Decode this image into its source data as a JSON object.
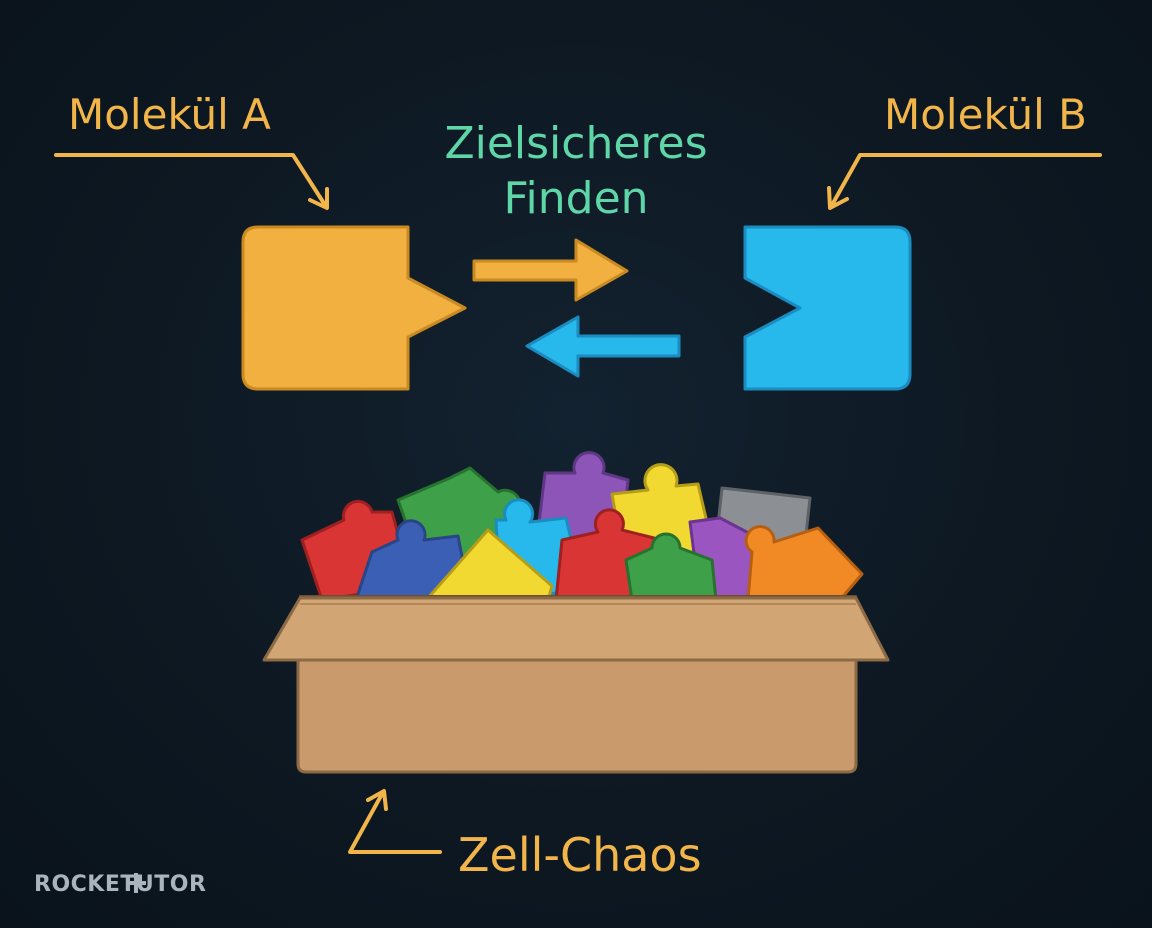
{
  "labels": {
    "molecule_a": "Molekül A",
    "molecule_b": "Molekül B",
    "center_line1": "Zielsicheres",
    "center_line2": "Finden",
    "chaos": "Zell-Chaos"
  },
  "brand": {
    "text": "ROCKETUTOR"
  },
  "colors": {
    "background": "#0d1721",
    "label_orange": "#f2b54a",
    "label_green": "#5fd6a8",
    "molecule_a": "#f1b040",
    "molecule_b": "#27b8ec",
    "box": "#c89a6c"
  },
  "icons": [
    "molecule-a-puzzle-icon",
    "molecule-b-puzzle-icon",
    "arrow-right-icon",
    "arrow-left-icon",
    "cardboard-box-icon",
    "puzzle-pieces-icon"
  ]
}
